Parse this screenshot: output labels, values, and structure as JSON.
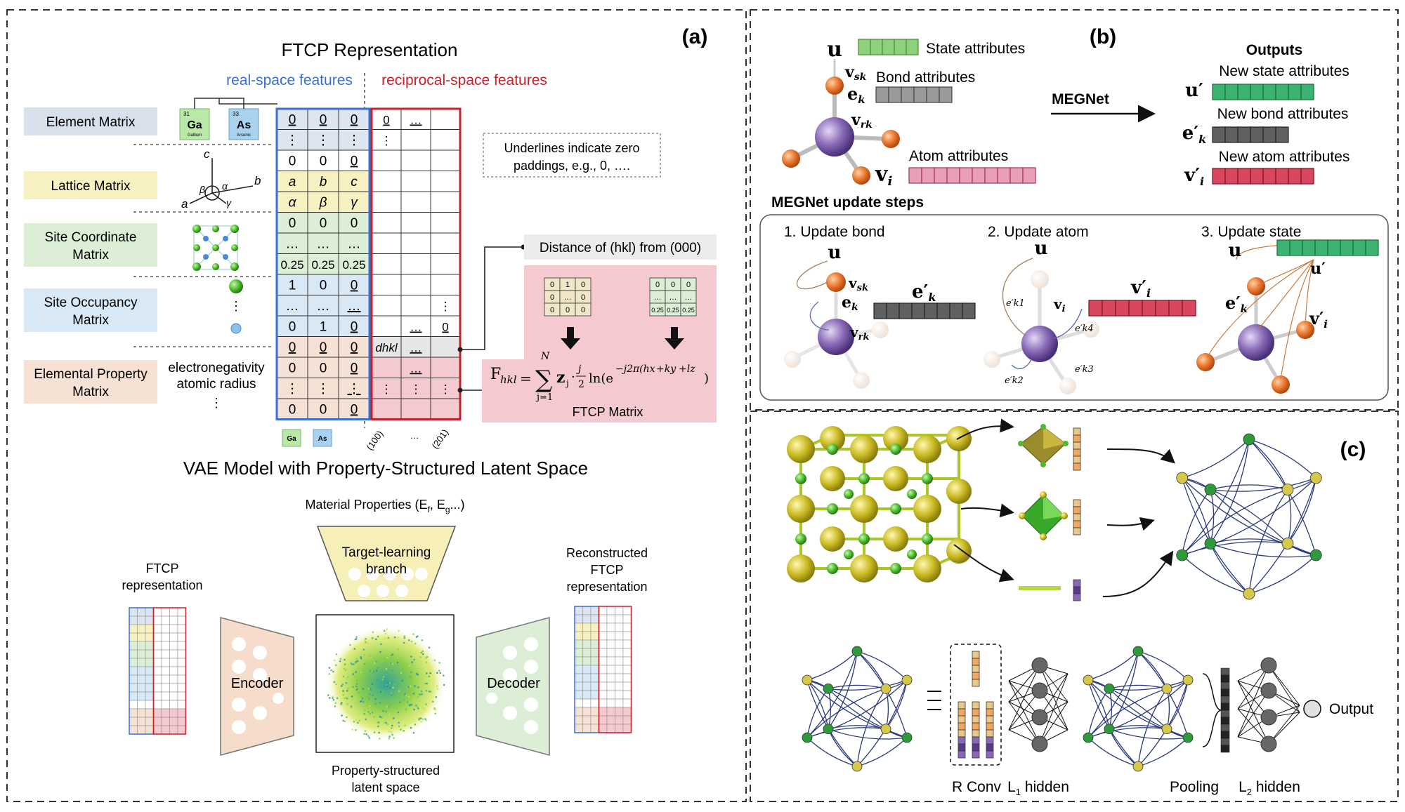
{
  "panel_a": {
    "label": "(a)",
    "title": "FTCP Representation",
    "real_space_label": "real-space features",
    "reciprocal_space_label": "reciprocal-space features",
    "row_labels": {
      "element": "Element Matrix",
      "lattice": "Lattice Matrix",
      "site_coord_1": "Site Coordinate",
      "site_coord_2": "Matrix",
      "site_occ_1": "Site Occupancy",
      "site_occ_2": "Matrix",
      "elem_prop_1": "Elemental Property",
      "elem_prop_2": "Matrix"
    },
    "elements": {
      "ga_number": "31",
      "ga_symbol": "Ga",
      "ga_name": "Gallium",
      "as_number": "33",
      "as_symbol": "As",
      "as_name": "Arsenic"
    },
    "lattice_letters": {
      "a": "a",
      "b": "b",
      "c": "c",
      "alpha": "α",
      "beta": "β",
      "gamma": "γ"
    },
    "property_notes": {
      "line1": "electronegativity",
      "line2": "atomic radius",
      "line3": "⋮"
    },
    "matrix_rows": [
      [
        "0",
        "0",
        "0"
      ],
      [
        "⋮",
        "⋮",
        "⋮"
      ],
      [
        "0",
        "0",
        "0"
      ],
      [
        "a",
        "b",
        "c"
      ],
      [
        "α",
        "β",
        "γ"
      ],
      [
        "0",
        "0",
        "0"
      ],
      [
        "…",
        "…",
        "…"
      ],
      [
        "0.25",
        "0.25",
        "0.25"
      ],
      [
        "1",
        "0",
        "0"
      ],
      [
        "…",
        "…",
        "…"
      ],
      [
        "0",
        "1",
        "0"
      ],
      [
        "0",
        "0",
        "0"
      ],
      [
        "0",
        "0",
        "0"
      ],
      [
        "⋮",
        "⋮",
        "⋮"
      ],
      [
        "0",
        "0",
        "0"
      ]
    ],
    "reciprocal_cells": {
      "r0c0": "0",
      "r0c1": "…",
      "r1c0": "⋮",
      "r9c2": "⋮",
      "r10c1": "…",
      "r10c2": "0",
      "r11c0": "dhkl",
      "r11c1": "…",
      "r12c1": "…",
      "r13c0": "⋮",
      "r13c1": "⋮",
      "r13c2": "⋮"
    },
    "reciprocal_axis": {
      "first": "(100)",
      "mid": "…",
      "last": "(201)"
    },
    "underline_note_1": "Underlines indicate zero",
    "underline_note_2": "paddings, e.g., 0, ….",
    "distance_label": "Distance of (hkl) from (000)",
    "mini_matrix_1": [
      "0",
      "1",
      "0",
      "0",
      "…",
      "0",
      "0",
      "0",
      "0"
    ],
    "mini_matrix_2": [
      "0",
      "0",
      "0",
      "…",
      "…",
      "…",
      "0.25",
      "0.25",
      "0.25"
    ],
    "formula_lhs": "F",
    "formula_sub": "hkl",
    "formula_sum_top": "N",
    "formula_sum_bottom": "j=1",
    "formula_body": "z",
    "formula_rest": "ln(e",
    "formula_exp": "−j2π(hx",
    "formula_exp2": "+ky",
    "formula_exp3": "+lz",
    "formula_frac_num": "j",
    "formula_frac_den": "2",
    "ftcp_matrix_label": "FTCP Matrix",
    "vae_title": "VAE Model with Property-Structured Latent Space",
    "material_properties": "Material Properties (E",
    "material_properties_sub1": "f",
    "material_properties_mid": ", E",
    "material_properties_sub2": "g",
    "material_properties_end": "...)",
    "target_branch_1": "Target-learning",
    "target_branch_2": "branch",
    "ftcp_rep_1": "FTCP",
    "ftcp_rep_2": "representation",
    "encoder": "Encoder",
    "decoder": "Decoder",
    "recon_1": "Reconstructed",
    "recon_2": "FTCP",
    "recon_3": "representation",
    "latent_1": "Property-structured",
    "latent_2": "latent space"
  },
  "panel_b": {
    "label": "(b)",
    "u": "u",
    "v_sk": "v",
    "v_sk_sub": "sk",
    "e_k": "e",
    "e_k_sub": "k",
    "v_rk": "v",
    "v_rk_sub": "rk",
    "v_i": "v",
    "v_i_sub": "i",
    "state_attributes": "State attributes",
    "bond_attributes": "Bond attributes",
    "atom_attributes": "Atom attributes",
    "megnet": "MEGNet",
    "outputs": "Outputs",
    "new_state": "New state attributes",
    "new_bond": "New bond attributes",
    "new_atom": "New atom attributes",
    "u_prime": "u′",
    "e_prime": "e′",
    "v_prime": "v′",
    "steps_title": "MEGNet update steps",
    "step1": "1. Update bond",
    "step2": "2. Update atom",
    "step3": "3. Update state",
    "ek1": "e′k1",
    "ek2": "e′k2",
    "ek3": "e′k3",
    "ek4": "e′k4",
    "colors": {
      "state": "#8fd17a",
      "bond": "#7a7a7a",
      "atom": "#e8a0b8",
      "new_state": "#3cb371",
      "new_bond": "#606060",
      "new_atom": "#d9465f",
      "atom_purple": "#7b5ea7",
      "atom_orange": "#e8742a"
    }
  },
  "panel_c": {
    "label": "(c)",
    "output": "Output",
    "r_conv": "R Conv",
    "l1_hidden": "L",
    "l1_sub": "1",
    "l1_tail": " hidden",
    "pooling": "Pooling",
    "l2_hidden": "L",
    "l2_sub": "2",
    "l2_tail": " hidden",
    "colors": {
      "node_green": "#2e9b3a",
      "node_yellow": "#d6c84a",
      "edge": "#2a3a7a"
    }
  }
}
